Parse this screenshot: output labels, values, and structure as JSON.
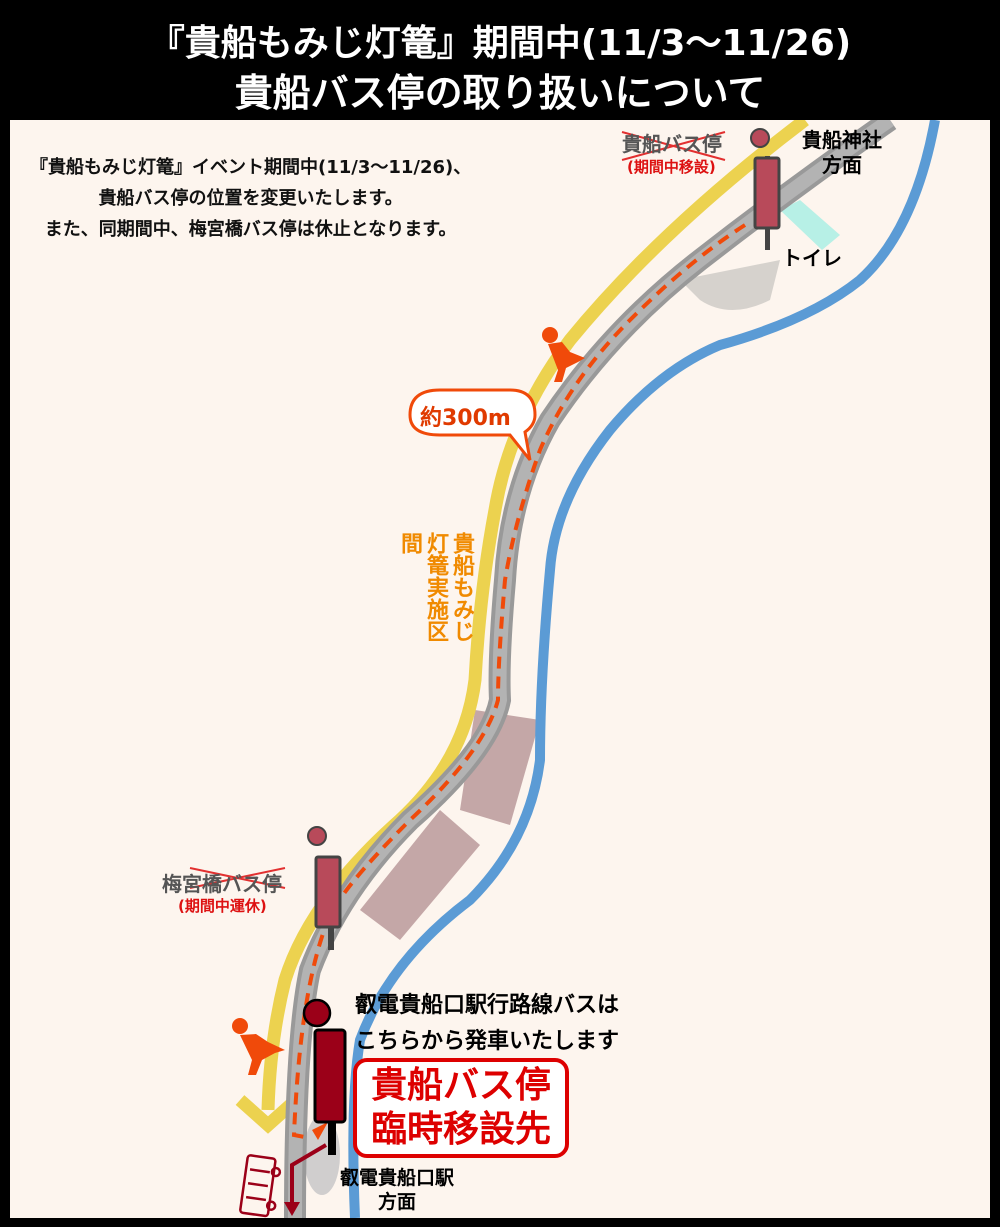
{
  "header": {
    "title_line1": "『貴船もみじ灯篭』期間中(11/3〜11/26)",
    "title_line2": "貴船バス停の取り扱いについて"
  },
  "notice": {
    "line1": "『貴船もみじ灯篭』イベント期間中(11/3〜11/26)、",
    "line2": "貴船バス停の位置を変更いたします。",
    "line3": "また、同期間中、梅宮橋バス停は休止となります。"
  },
  "stops": {
    "kibune_old": {
      "name": "貴船バス停",
      "note": "(期間中移設)"
    },
    "umemiyabashi": {
      "name": "梅宮橋バス停",
      "note": "(期間中運休)"
    },
    "temporary": {
      "line1": "貴船バス停",
      "line2": "臨時移設先"
    }
  },
  "labels": {
    "shrine_direction_line1": "貴船神社",
    "shrine_direction_line2": "方面",
    "toilet": "トイレ",
    "distance": "約300m",
    "event_zone": "貴船もみじ灯篭実施区間",
    "departure_line1": "叡電貴船口駅行路線バスは",
    "departure_line2": "こちらから発車いたします",
    "station_direction_line1": "叡電貴船口駅",
    "station_direction_line2": "方面"
  },
  "colors": {
    "road_event": "#ecd24f",
    "road": "#a6a6a6",
    "river": "#5b9bd5",
    "walk_route": "#f04a0a",
    "bus_stop": "#b84a5a",
    "bus_stop_active": "#9b0018",
    "accent": "#d00000"
  }
}
